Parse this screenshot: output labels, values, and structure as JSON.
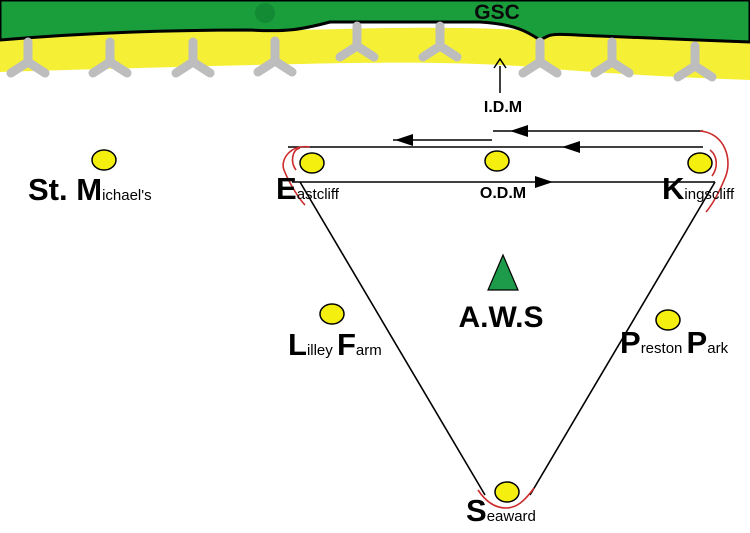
{
  "header": {
    "label": "GSC"
  },
  "markers": {
    "idm": "I.D.M",
    "odm": "O.D.M",
    "aws": "A.W.S"
  },
  "points": {
    "st_michaels": {
      "cap": "St. M",
      "rest": "ichael's"
    },
    "eastcliff": {
      "cap": "E",
      "rest": "astcliff"
    },
    "kingscliff": {
      "cap": "K",
      "rest": "ingscliff"
    },
    "lilley_farm": {
      "cap1": "L",
      "rest1": "illey ",
      "cap2": "F",
      "rest2": "arm"
    },
    "preston_park": {
      "cap1": "P",
      "rest1": "reston ",
      "cap2": "P",
      "rest2": "ark"
    },
    "seaward": {
      "cap": "S",
      "rest": "eaward"
    }
  },
  "colors": {
    "grass": "#1a9e3c",
    "sand": "#f5f036",
    "point": "#f5ef10",
    "aws": "#1e9a4b",
    "route": "#000000",
    "turn": "#cc2b2b",
    "groyne": "#bdbdbd"
  }
}
